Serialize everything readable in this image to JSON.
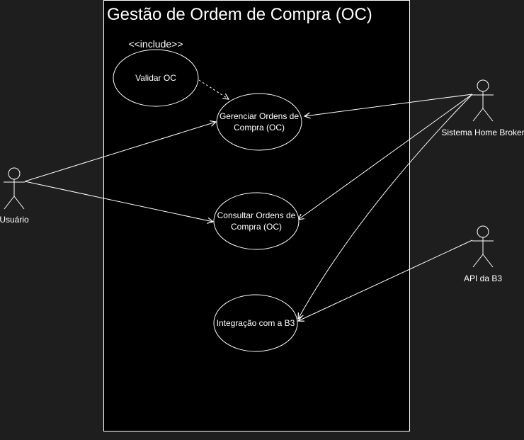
{
  "diagram": {
    "system_title": "Gestão de Ordem de Compra (OC)",
    "stereotype": "<<include>>",
    "colors": {
      "page_background": "#1e1e1e",
      "system_background": "#000000",
      "stroke": "#ffffff",
      "text": "#ffffff"
    }
  },
  "actors": {
    "usuario": {
      "label": "Usuário"
    },
    "home_broker": {
      "label": "Sistema Home Broker"
    },
    "api_b3": {
      "label": "API da B3"
    }
  },
  "use_cases": {
    "validar": {
      "line1": "Validar OC"
    },
    "gerenciar": {
      "line1": "Gerenciar Ordens de",
      "line2": "Compra (OC)"
    },
    "consultar": {
      "line1": "Consultar Ordens de",
      "line2": "Compra (OC)"
    },
    "integracao": {
      "line1": "Integração com a B3"
    }
  }
}
